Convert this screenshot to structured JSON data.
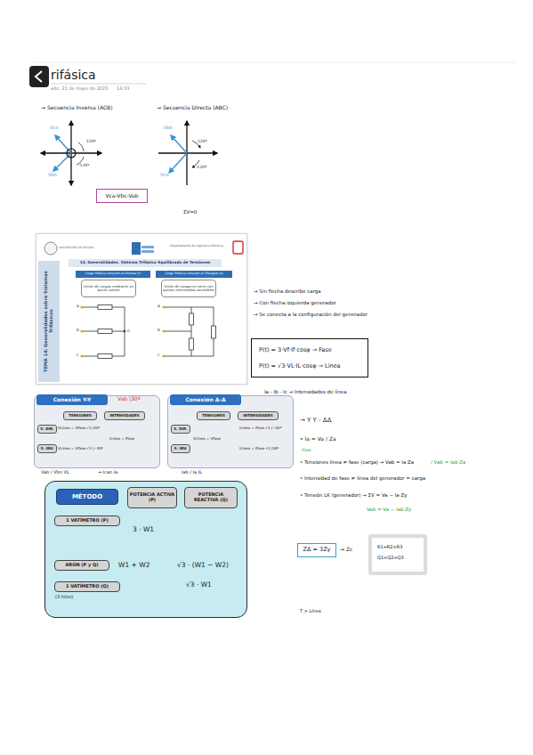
{
  "diagram": {
    "title": "rifásica",
    "nodes": [
      {
        "text": [
          "Vca-Vbc-Vab"
        ]
      },
      {
        "text": [
          "Departamento de Ingeniería Eléctrica"
        ]
      },
      {
        "text": [
          "TEMA 14: Generalidades sobre Sistemas Trifásicos"
        ],
        "in": 1
      },
      {
        "text": [
          "14. Generalidades. Sistema Trifásico Equilibrado de Tensiones"
        ],
        "in": 1
      },
      {
        "text": [
          "Carga Trifásica Conexión en Estrella (Y)"
        ],
        "in": 1
      },
      {
        "text": [
          "Carga Trifásica Conexión en Triángulo (Δ)"
        ],
        "in": 1
      },
      {
        "text": [
          "Unión de cargas mediante un punto común"
        ],
        "in": 1
      },
      {
        "text": [
          "Unión de cargas en serie con puntos intermedios accesibles"
        ],
        "in": 1
      },
      {
        "text": [
          "P(t) = 3·Vf·If·cosφ → Fase",
          "P(t) = √3·VL·IL·cosφ → Línea"
        ]
      },
      {
        "text": [
          "Conexión Y-Y",
          "VLínea = VFase·√3 |30º",
          "ILínea = IFase",
          "VLínea = VFase·√3 |−30º"
        ]
      },
      {
        "text": [
          "TENSIONES"
        ],
        "in": 9
      },
      {
        "text": [
          "INTENSIDADES"
        ],
        "in": 9
      },
      {
        "text": [
          "S. DIR."
        ],
        "in": 9
      },
      {
        "text": [
          "S. INV."
        ],
        "in": 9
      },
      {
        "text": [
          "Conexión Δ-Δ",
          "VLínea = VFase",
          "ILínea = IFase·√3 |−30º",
          "ILínea = IFase·√3 |30º"
        ]
      },
      {
        "text": [
          "TENSIONES"
        ],
        "in": 14
      },
      {
        "text": [
          "INTENSIDADES"
        ],
        "in": 14
      },
      {
        "text": [
          "S. DIR."
        ],
        "in": 14
      },
      {
        "text": [
          "S. INV."
        ],
        "in": 14
      },
      {
        "text": [
          "3 · W1",
          "W1 + W2",
          "√3 · (W1 − W2)",
          "√3 · W1"
        ]
      },
      {
        "text": [
          "MÉTODO"
        ],
        "in": 19
      },
      {
        "text": [
          "POTENCIA ACTIVA (P)"
        ],
        "in": 19
      },
      {
        "text": [
          "POTENCIA REACTIVA (Q)"
        ],
        "in": 19
      },
      {
        "text": [
          "1 VATÍMETRO (P)"
        ],
        "in": 19
      },
      {
        "text": [
          "ARON (P y Q)"
        ],
        "in": 19
      },
      {
        "text": [
          "1 VATÍMETRO (Q)"
        ],
        "in": 19
      },
      {
        "text": [
          "ZΔ = 3Zy"
        ]
      },
      {
        "text": [
          "R1=R2=R3",
          "Q1=Q2=Q3"
        ]
      }
    ],
    "labels": [
      "ado, 21 de mayo de 2023",
      "14:33",
      "→ Secuencia Inversa (ACB)",
      "→ Secuencia Directa (ABC)",
      "Vcn",
      "Vbn",
      "120º",
      "-120º",
      "Vbn",
      "Vcn",
      "120º",
      "-120º",
      "ΣV=0",
      "UNIVERSIDAD DE MÁLAGA",
      "a",
      "b",
      "c",
      "n",
      "a",
      "b",
      "c",
      "→ Sin flecha describe carga",
      "→ Con flecha izquierda generador",
      "→ Se conecta a la configuración del generador",
      "Ia - Ib - Ic → Intensidades de línea",
      "Vab |30º",
      "Vab / Vbn  VL",
      "→ Ican  Ia",
      "Iab / Ia  IL",
      "(3 hilos)",
      "→ Y Y - ΔΔ",
      "• Ia = Va / Za",
      "Ifase",
      "• Tensiones línea ≠ fase (carga) → Vab = Ia·Za",
      "/ Vab = Iab·Za",
      "• Intensidad de fase ≠ línea del generador = carga",
      "• Tensión LK (generador) → ΣV = Va − Ia·Zy",
      "Vab = Va − Iab·Zy",
      "→ Zc",
      "T > Línea"
    ]
  }
}
